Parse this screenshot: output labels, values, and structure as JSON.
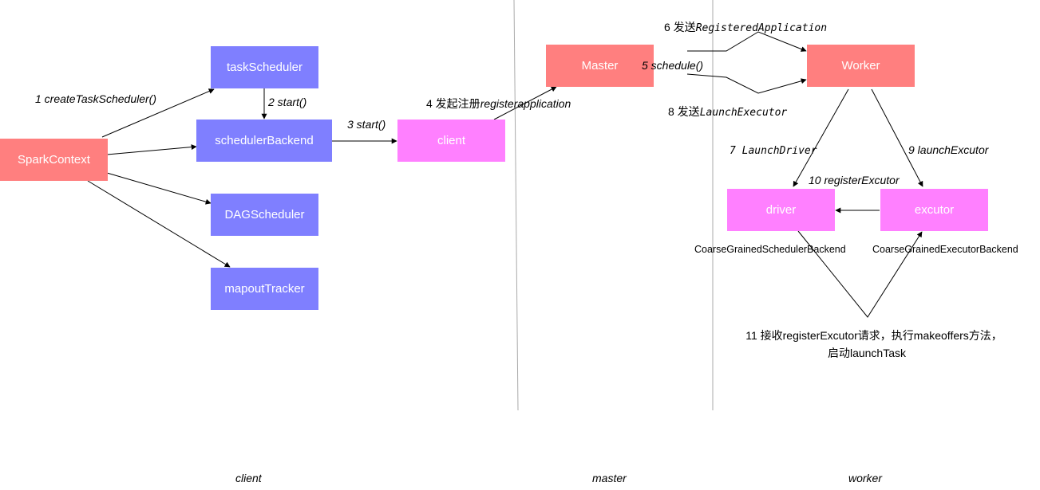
{
  "nodes": {
    "spark_context": "SparkContext",
    "task_scheduler": "taskScheduler",
    "scheduler_backend": "schedulerBackend",
    "dag_scheduler": "DAGScheduler",
    "mapout_tracker": "mapoutTracker",
    "client": "client",
    "master": "Master",
    "worker": "Worker",
    "driver": "driver",
    "excutor": "excutor"
  },
  "edges": {
    "e1": "1 createTaskScheduler()",
    "e2": "2 start()",
    "e3": "3 start()",
    "e4_prefix": "4 发起注册",
    "e4_italic": "registerapplication",
    "e5": "5 schedule()",
    "e6_prefix": "6 发送",
    "e6_mono": "RegisteredApplication",
    "e7": "7 LaunchDriver",
    "e8_prefix": "8 发送",
    "e8_mono": "LaunchExecutor",
    "e9": "9 launchExcutor",
    "e10": "10 registerExcutor",
    "e11_line1": "11 接收registerExcutor请求，执行makeoffers方法，",
    "e11_line2": "启动launchTask"
  },
  "sublabels": {
    "driver_backend": "CoarseGrainedSchedulerBackend",
    "excutor_backend": "CoarseGrainedExecutorBackend"
  },
  "regions": {
    "client": "client",
    "master": "master",
    "worker": "worker"
  },
  "colors": {
    "red": "#ff7f7f",
    "blue": "#7f7fff",
    "pink": "#ff80ff",
    "divider": "#aaaaaa"
  }
}
